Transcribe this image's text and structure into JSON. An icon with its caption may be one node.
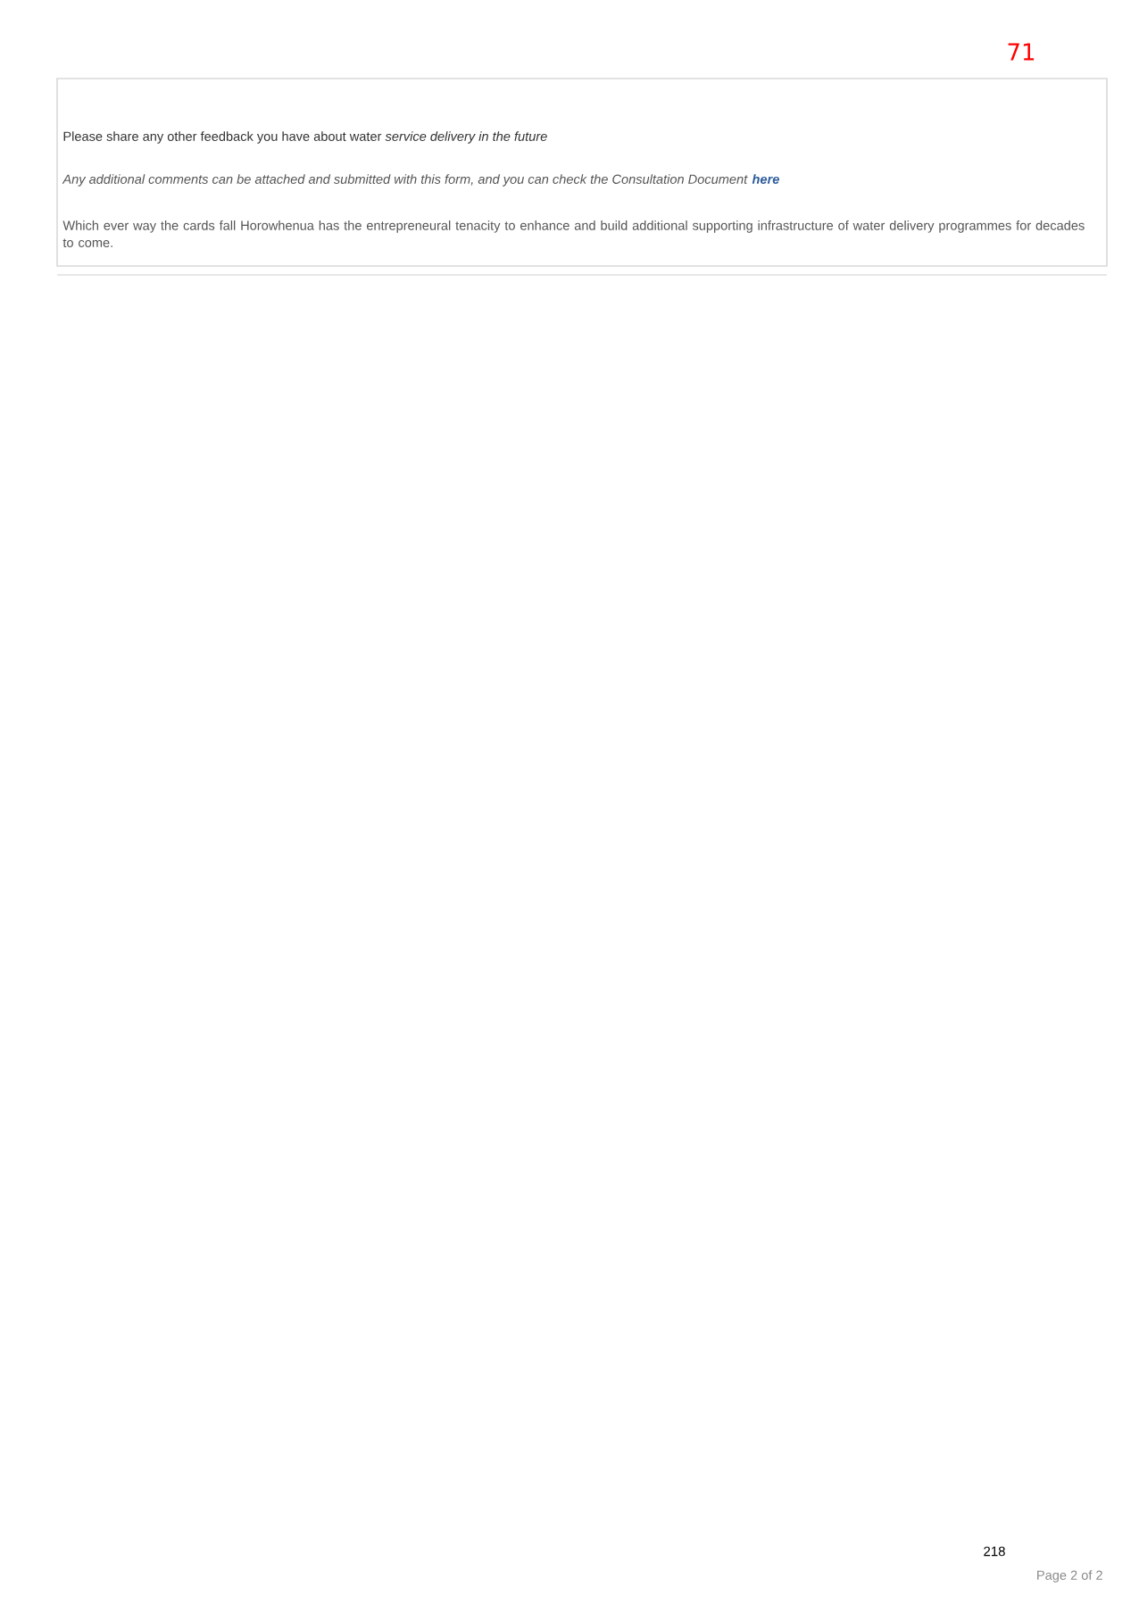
{
  "diagram": {
    "labels": [
      "71",
      "Please share any other feedback you have about water *service delivery in the future*",
      "Any additional comments can be attached and submitted with this form, and you can check the Consultation Document",
      "here",
      "Which ever way the cards fall Horowhenua has the entrepreneural tenacity to enhance and build additional supporting infrastructure of water delivery programmes for decades to come.",
      "218",
      "Page 2 of 2"
    ]
  }
}
